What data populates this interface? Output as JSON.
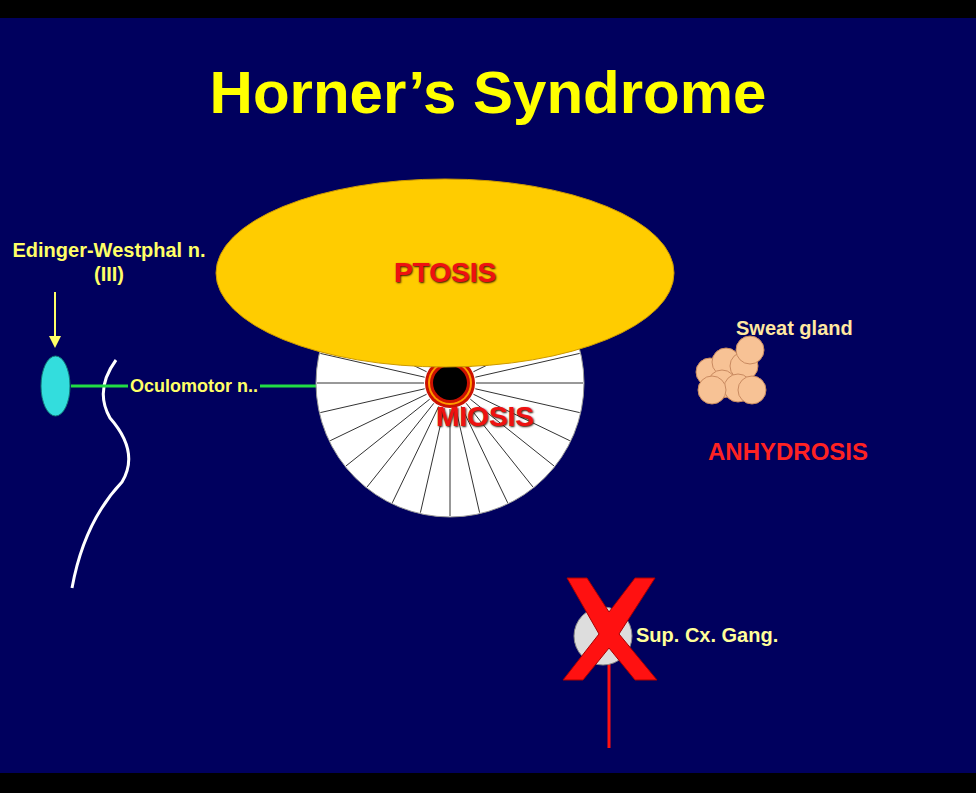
{
  "diagram": {
    "title": "Horner’s Syndrome",
    "nodes": [
      {
        "text": [
          "Edinger-Westphal n. (III)"
        ]
      },
      {
        "text": [
          "PTOSIS"
        ]
      },
      {
        "text": [
          "MIOSIS"
        ]
      },
      {
        "text": [
          "Sweat gland"
        ]
      },
      {
        "text": [
          "Sup. Cx. Gang."
        ]
      }
    ],
    "edges": [
      {
        "from": 0,
        "to": 2,
        "arrow": "to",
        "label": "Oculomotor n.."
      }
    ],
    "labels": [
      "ANHYDROSIS"
    ]
  }
}
